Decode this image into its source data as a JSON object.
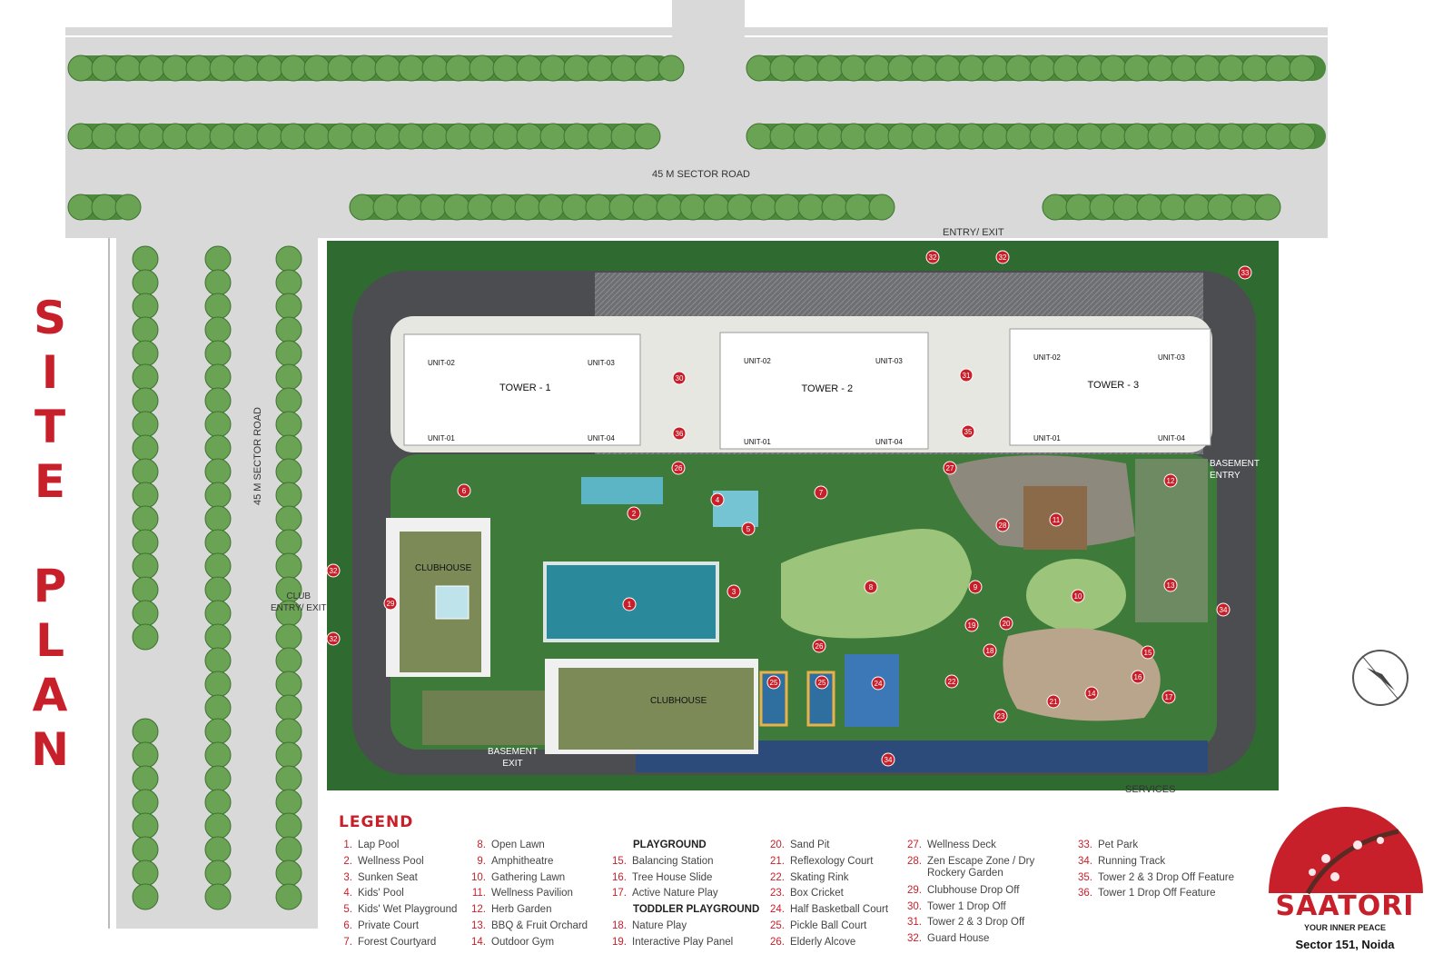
{
  "plan": {
    "road_label_top": "45 M SECTOR ROAD",
    "road_label_left": "45 M SECTOR ROAD",
    "entry_exit": "ENTRY/ EXIT",
    "club_entry_exit": "CLUB\nENTRY/ EXIT",
    "basement_entry": "BASEMENT\nENTRY",
    "basement_exit": "BASEMENT\nEXIT",
    "services": "SERVICES",
    "clubhouse": "CLUBHOUSE",
    "towers": [
      {
        "name": "TOWER - 1",
        "units": [
          "UNIT-02",
          "UNIT-03",
          "UNIT-01",
          "UNIT-04"
        ]
      },
      {
        "name": "TOWER - 2",
        "units": [
          "UNIT-02",
          "UNIT-03",
          "UNIT-01",
          "UNIT-04"
        ]
      },
      {
        "name": "TOWER - 3",
        "units": [
          "UNIT-02",
          "UNIT-03",
          "UNIT-01",
          "UNIT-04"
        ]
      }
    ],
    "markers": [
      "32",
      "32",
      "32",
      "32",
      "33",
      "30",
      "31",
      "36",
      "35",
      "26",
      "26",
      "27",
      "6",
      "4",
      "2",
      "5",
      "7",
      "12",
      "11",
      "28",
      "3",
      "1",
      "8",
      "9",
      "13",
      "10",
      "34",
      "34",
      "29",
      "19",
      "20",
      "18",
      "15",
      "16",
      "24",
      "25",
      "25",
      "22",
      "14",
      "21",
      "17",
      "23"
    ],
    "colors": {
      "accent": "#c8202a",
      "road": "#d8d8d8",
      "tree": "#5f9a4c",
      "driveway": "#4b4d50",
      "lawn": "#9cc47a",
      "pool": "#2a8a9c"
    }
  },
  "side_title": {
    "word1": [
      "S",
      "I",
      "T",
      "E"
    ],
    "word2": [
      "P",
      "L",
      "A",
      "N"
    ]
  },
  "legend": {
    "title": "LEGEND",
    "columns": [
      [
        {
          "n": "1.",
          "t": "Lap Pool"
        },
        {
          "n": "2.",
          "t": "Wellness Pool"
        },
        {
          "n": "3.",
          "t": "Sunken Seat"
        },
        {
          "n": "4.",
          "t": "Kids' Pool"
        },
        {
          "n": "5.",
          "t": "Kids' Wet Playground"
        },
        {
          "n": "6.",
          "t": "Private Court"
        },
        {
          "n": "7.",
          "t": "Forest Courtyard"
        }
      ],
      [
        {
          "n": "8.",
          "t": "Open Lawn"
        },
        {
          "n": "9.",
          "t": "Amphitheatre"
        },
        {
          "n": "10.",
          "t": "Gathering Lawn"
        },
        {
          "n": "11.",
          "t": "Wellness Pavilion"
        },
        {
          "n": "12.",
          "t": "Herb Garden"
        },
        {
          "n": "13.",
          "t": "BBQ & Fruit Orchard"
        },
        {
          "n": "14.",
          "t": "Outdoor Gym"
        }
      ],
      [
        {
          "h": "PLAYGROUND"
        },
        {
          "n": "15.",
          "t": "Balancing Station"
        },
        {
          "n": "16.",
          "t": "Tree House Slide"
        },
        {
          "n": "17.",
          "t": "Active Nature Play"
        },
        {
          "h": "TODDLER PLAYGROUND"
        },
        {
          "n": "18.",
          "t": "Nature Play"
        },
        {
          "n": "19.",
          "t": "Interactive Play Panel"
        }
      ],
      [
        {
          "n": "20.",
          "t": "Sand Pit"
        },
        {
          "n": "21.",
          "t": "Reflexology Court"
        },
        {
          "n": "22.",
          "t": "Skating Rink"
        },
        {
          "n": "23.",
          "t": "Box Cricket"
        },
        {
          "n": "24.",
          "t": "Half Basketball Court"
        },
        {
          "n": "25.",
          "t": "Pickle Ball Court"
        },
        {
          "n": "26.",
          "t": "Elderly Alcove"
        }
      ],
      [
        {
          "n": "27.",
          "t": "Wellness Deck"
        },
        {
          "n": "28.",
          "t": "Zen Escape Zone / Dry\nRockery Garden"
        },
        {
          "n": "29.",
          "t": "Clubhouse Drop Off"
        },
        {
          "n": "30.",
          "t": "Tower 1 Drop Off"
        },
        {
          "n": "31.",
          "t": "Tower 2 & 3 Drop Off"
        },
        {
          "n": "32.",
          "t": "Guard House"
        }
      ],
      [
        {
          "n": "33.",
          "t": "Pet Park"
        },
        {
          "n": "34.",
          "t": "Running Track"
        },
        {
          "n": "35.",
          "t": "Tower 2 & 3 Drop Off Feature"
        },
        {
          "n": "36.",
          "t": "Tower 1 Drop Off Feature"
        }
      ]
    ]
  },
  "logo": {
    "name": "SAATORI",
    "tagline": "YOUR INNER PEACE",
    "location": "Sector 151, Noida"
  },
  "compass": {
    "icon": "north-arrow-icon"
  }
}
